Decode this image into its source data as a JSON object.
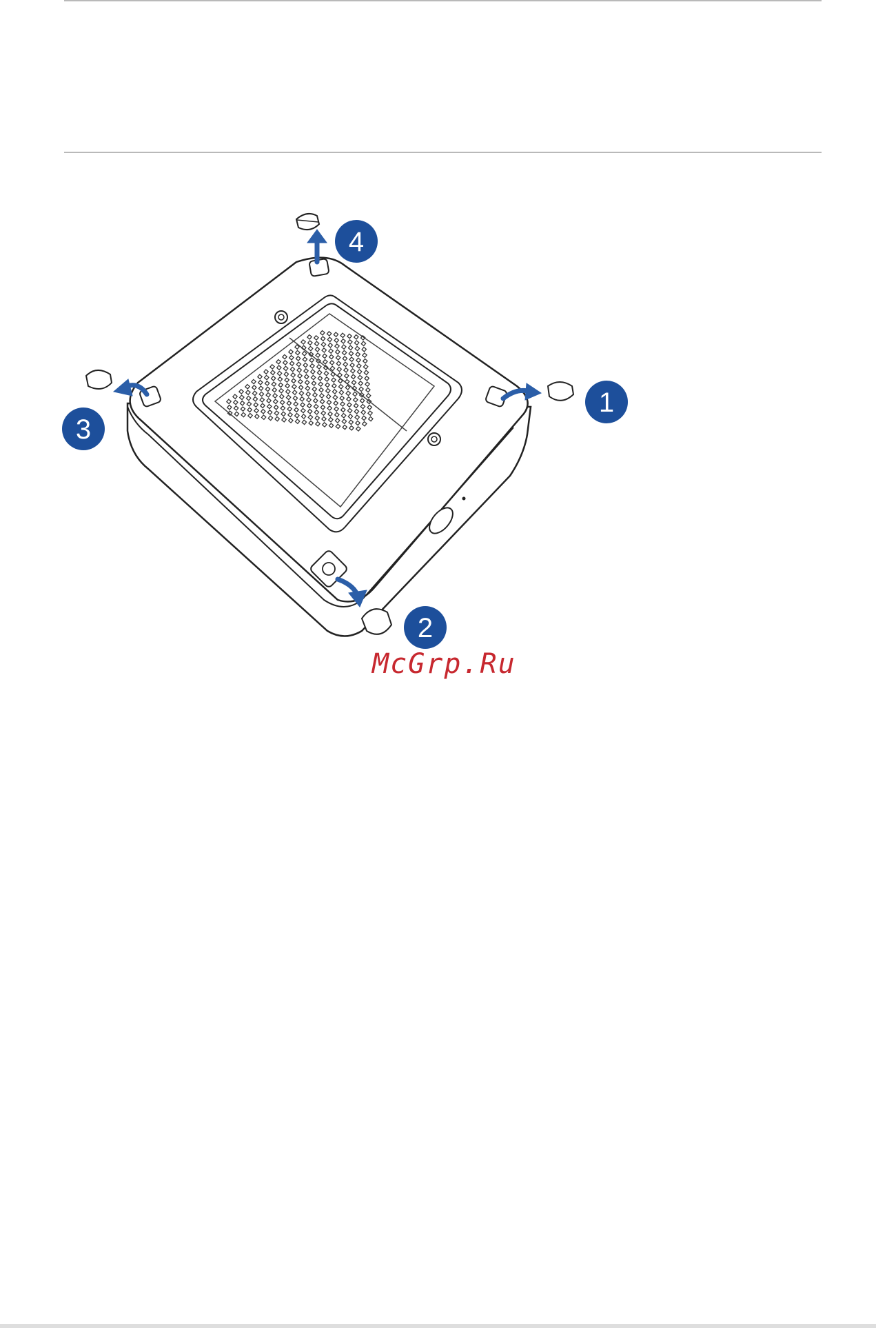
{
  "diagram": {
    "steps": [
      {
        "label": "1"
      },
      {
        "label": "2"
      },
      {
        "label": "3"
      },
      {
        "label": "4"
      }
    ],
    "badge_color": "#1d4f9b",
    "arrow_color": "#2b5ea8"
  },
  "watermark": {
    "text": "McGrp.Ru",
    "color": "#c7282f"
  }
}
